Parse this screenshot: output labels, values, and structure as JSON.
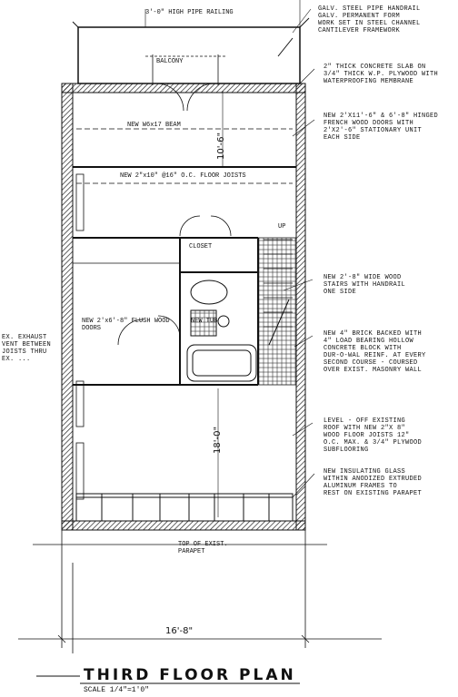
{
  "title": "THIRD FLOOR PLAN",
  "scale": "SCALE              1/4\"=1'0\"",
  "dimensions": {
    "overall_width": "16'-8\"",
    "upper_depth": "10'-6\"",
    "lower_depth": "18'-0\""
  },
  "labels": {
    "railing": "3'-0\" HIGH PIPE RAILING",
    "balcony": "BALCONY",
    "closet": "CLOSET",
    "up": "UP",
    "new_tub": "NEW TUB",
    "top_parapet": "TOP OF EXIST. PARAPET",
    "left_note": [
      "EX. EXHAUST",
      "VENT BETWEEN",
      "JOISTS THRU",
      "EX. ..."
    ],
    "flush_door": "NEW 2'x6'-8\" FLUSH WOOD DOORS",
    "joists": "NEW 2\"x10\" @16\" O.C. FLOOR JOISTS",
    "header": "NEW W6x17 BEAM"
  },
  "notes": [
    {
      "id": "railing",
      "lines": [
        "GALV. STEEL PIPE HANDRAIL",
        "GALV. PERMANENT FORM",
        "WORK SET IN STEEL CHANNEL",
        "CANTILEVER FRAMEWORK"
      ]
    },
    {
      "id": "concrete",
      "lines": [
        "2\" THICK CONCRETE SLAB ON",
        "3/4\" THICK W.P. PLYWOOD WITH",
        "WATERPROOFING MEMBRANE"
      ]
    },
    {
      "id": "french-doors",
      "lines": [
        "NEW 2'x11'-6\" & 6'-8\" HINGED",
        "FRENCH WOOD DOORS WITH",
        "2'x2'-6\" STATIONARY UNIT",
        "EACH SIDE"
      ]
    },
    {
      "id": "stairs",
      "lines": [
        "NEW 2'-8\" WIDE WOOD",
        "STAIRS WITH HANDRAIL",
        "ONE SIDE"
      ]
    },
    {
      "id": "brick",
      "lines": [
        "NEW 4\" BRICK BACKED WITH",
        "4\" LOAD BEARING HOLLOW",
        "CONCRETE BLOCK WITH",
        "DUR-O-WAL REINF. AT EVERY",
        "SECOND COURSE - COURSED",
        "OVER EXIST. MASONRY WALL"
      ]
    },
    {
      "id": "floor",
      "lines": [
        "LEVEL - OFF EXISTING",
        "ROOF WITH NEW 2\"x 8\"",
        "WOOD FLOOR JOISTS 12\"",
        "O.C. MAX. & 3/4\" PLYWOOD",
        "SUBFLOORING"
      ]
    },
    {
      "id": "glass",
      "lines": [
        "NEW INSULATING GLASS",
        "WITHIN ANODIZED EXTRUDED",
        "ALUMINUM FRAMES TO",
        "REST ON EXISTING PARAPET"
      ]
    }
  ]
}
